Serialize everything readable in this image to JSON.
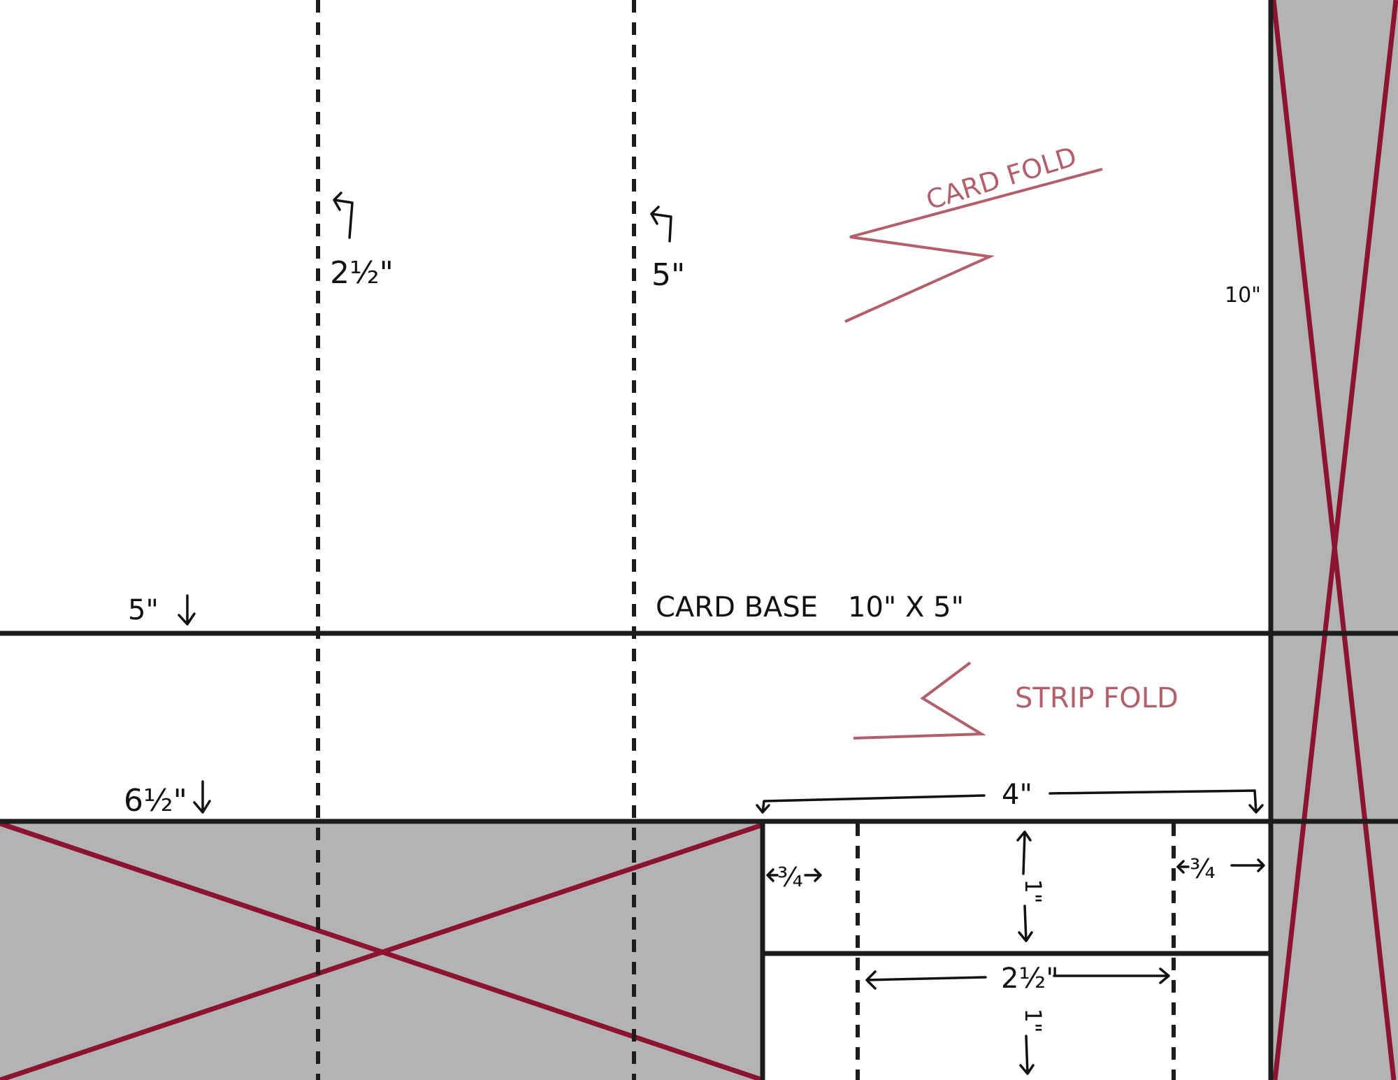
{
  "title": "Card base and strip fold cutting template",
  "colors": {
    "cut_away_fill": "#b3b3b3",
    "cut_away_cross": "#8c1430",
    "fold_annotation": "#b35f6b",
    "lines": "#1c1c1c"
  },
  "labels": {
    "score_1": "2½\"",
    "score_2": "5\"",
    "card_fold": "CARD FOLD",
    "width_10": "10\"",
    "height_5": "5\"",
    "card_base": "CARD BASE",
    "card_base_size": "10\" X 5\"",
    "strip_fold": "STRIP FOLD",
    "height_6_5": "6½\"",
    "strip_width": "4\"",
    "margin_left": "¾",
    "margin_right": "¾",
    "section_height_1": "1\"",
    "inner_width": "2½\"",
    "section_height_2": "1\""
  },
  "icons": {
    "score_arrow": "curved-arrow-icon",
    "down_arrow": "down-arrow-icon",
    "dimension_arrow": "double-arrow-icon"
  }
}
